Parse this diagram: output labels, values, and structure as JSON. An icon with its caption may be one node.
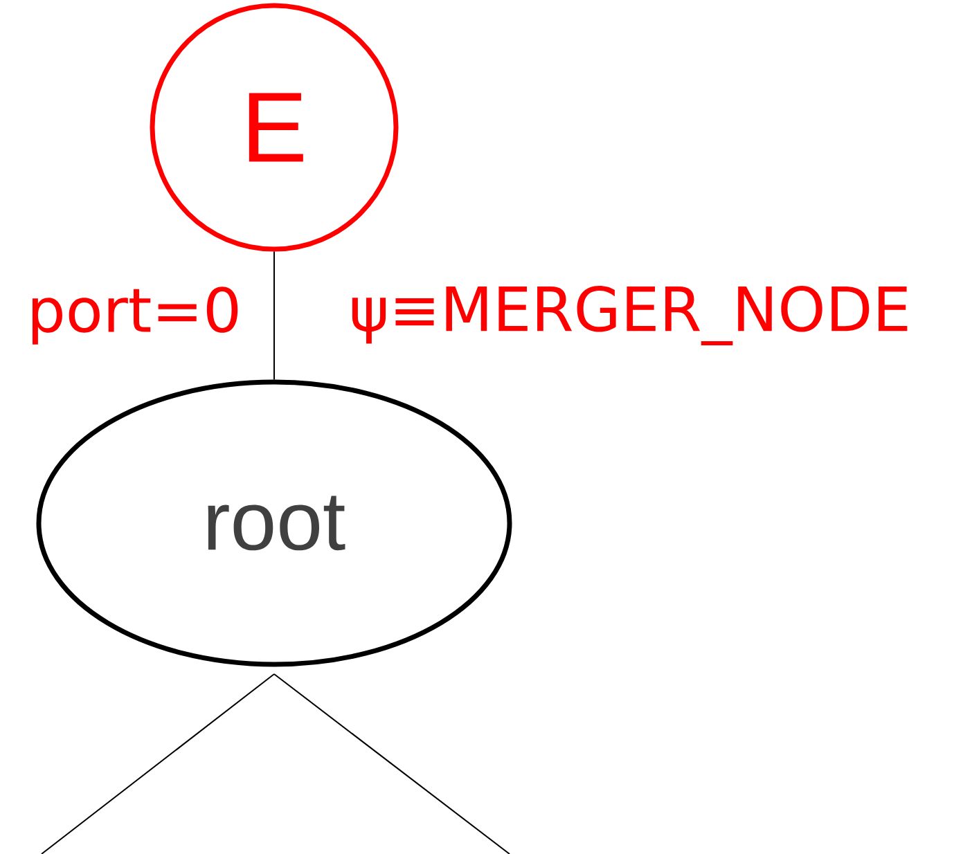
{
  "diagram": {
    "nodes": [
      {
        "text": [
          "E"
        ]
      },
      {
        "text": [
          "root"
        ]
      }
    ],
    "edges": [
      {
        "from": 0,
        "to": 1,
        "arrow": "none"
      },
      {
        "from": 1,
        "to": null,
        "arrow": "none"
      },
      {
        "from": 1,
        "to": null,
        "arrow": "none"
      }
    ],
    "labels": [
      "port=0",
      "ψ≡MERGER_NODE"
    ]
  }
}
